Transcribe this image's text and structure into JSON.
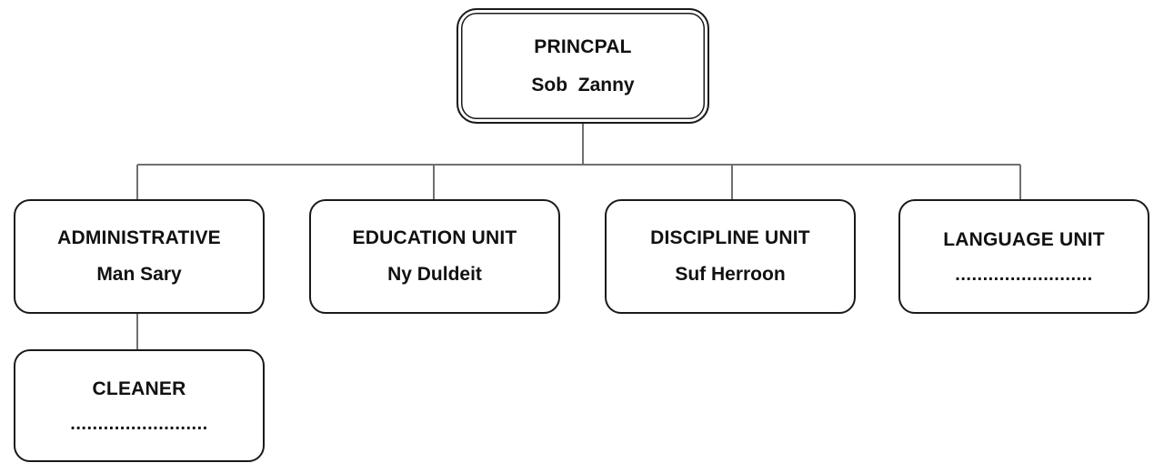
{
  "chart": {
    "principal": {
      "title": "PRINCPAL",
      "name": "Sob  Zanny"
    },
    "units": [
      {
        "title": "ADMINISTRATIVE",
        "name": "Man Sary"
      },
      {
        "title": "EDUCATION UNIT",
        "name": "Ny Duldeit"
      },
      {
        "title": "DISCIPLINE UNIT",
        "name": "Suf Herroon"
      },
      {
        "title": "LANGUAGE UNIT",
        "name": "........................."
      }
    ],
    "cleaner": {
      "title": "CLEANER",
      "name": "........................."
    }
  },
  "colors": {
    "box_border": "#1a1a1a",
    "connector": "#707070",
    "text": "#111111",
    "background": "#ffffff"
  }
}
